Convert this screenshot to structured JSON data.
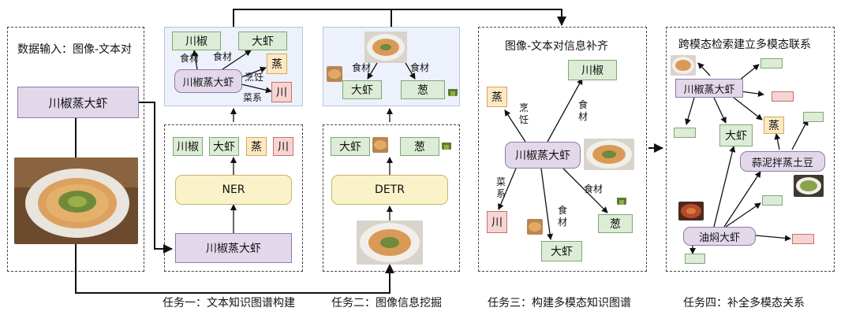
{
  "panel_input": {
    "title": "数据输入：图像-文本对",
    "dish_text": "川椒蒸大虾"
  },
  "task1": {
    "caption": "任务一：文本知识图谱构建",
    "input_text": "川椒蒸大虾",
    "model": "NER",
    "entities": [
      "川椒",
      "大虾",
      "蒸",
      "川"
    ],
    "kg": {
      "center": "川椒蒸大虾",
      "n1": "川椒",
      "n2": "大虾",
      "n3": "蒸",
      "n4": "川",
      "r1": "食材",
      "r2": "食材",
      "r3": "烹饪",
      "r4": "菜系"
    }
  },
  "task2": {
    "caption": "任务二：图像信息挖掘",
    "model": "DETR",
    "entities": [
      "大虾",
      "葱"
    ],
    "kg": {
      "n1": "大虾",
      "n2": "葱",
      "r1": "食材",
      "r2": "食材"
    }
  },
  "task3": {
    "caption": "任务三：构建多模态知识图谱",
    "title": "图像-文本对信息补齐",
    "center": "川椒蒸大虾",
    "nodes": {
      "chuanjiao": "川椒",
      "zheng": "蒸",
      "chuan": "川",
      "daxia": "大虾",
      "cong": "葱"
    },
    "rels": {
      "pengren": "烹饪",
      "shicai1": "食材",
      "caixi": "菜系",
      "shicai2": "食材",
      "shicai3": "食材"
    }
  },
  "task4": {
    "caption": "任务四：补全多模态关系",
    "title": "跨模态检索建立多模态联系",
    "nodes": {
      "main": "川椒蒸大虾",
      "daxia": "大虾",
      "zheng": "蒸",
      "suanni": "蒜泥拌蒸土豆",
      "youmen": "油焖大虾"
    }
  },
  "colors": {
    "purple": "#e2d8ea",
    "green": "#dcecd6",
    "orange": "#fce9c4",
    "pink": "#f5d5d3",
    "yellow": "#faf2c9",
    "blue_bg": "#edf1fb"
  }
}
